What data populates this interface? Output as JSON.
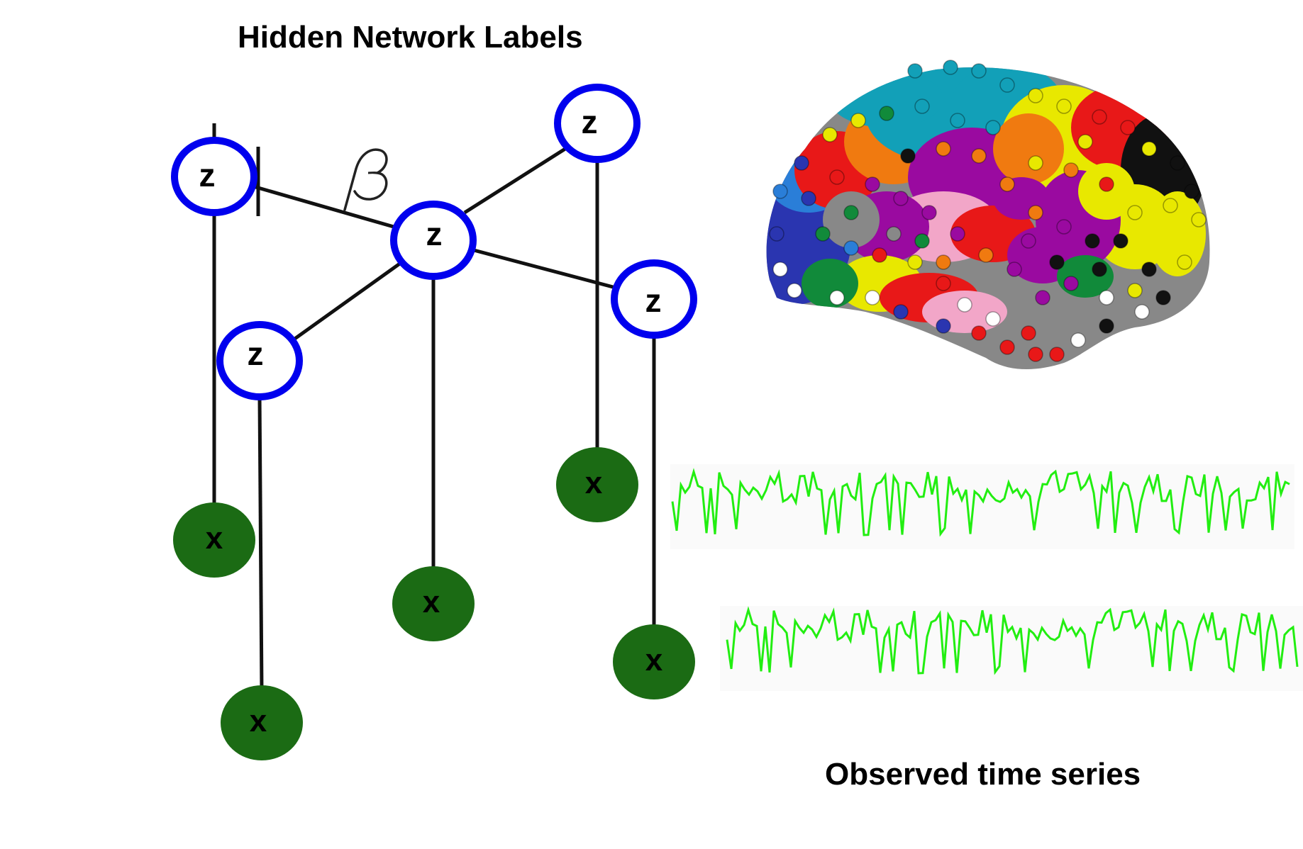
{
  "header": {
    "title": "Hidden Network Labels"
  },
  "footer": {
    "caption": "Observed time series"
  },
  "graph": {
    "hidden_label": "z",
    "observed_label": "x",
    "edge_param": "β",
    "colors": {
      "hidden_stroke": "#0000ee",
      "hidden_fill": "#ffffff",
      "observed_fill": "#1b6b14",
      "edge": "#111111",
      "signal": "#22ee11"
    }
  },
  "brain": {
    "colors": [
      "#2a35b0",
      "#12a0b8",
      "#e8e800",
      "#e81818",
      "#9a0aa0",
      "#f07a10",
      "#888888",
      "#f2a6c8",
      "#118a3a",
      "#111111",
      "#ffffff",
      "#2a7ed8"
    ]
  }
}
